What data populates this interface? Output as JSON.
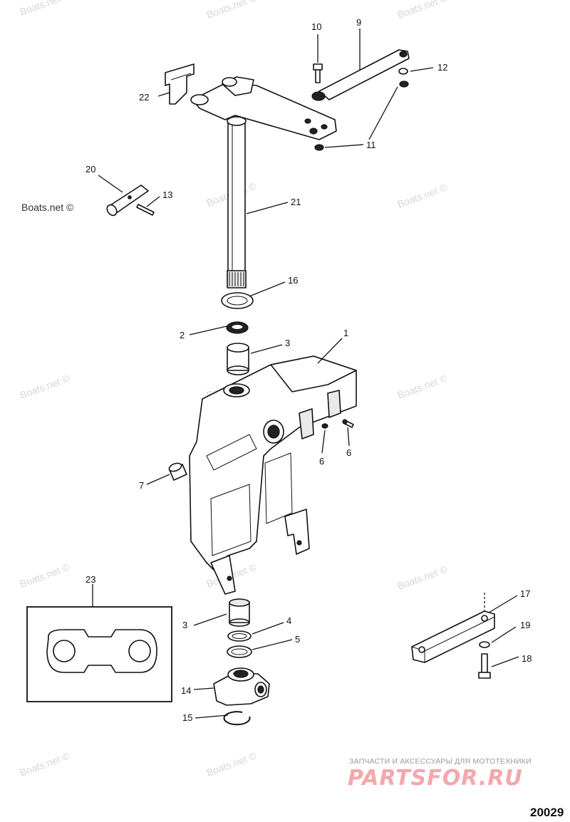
{
  "watermark": "Boats.net ©",
  "diagram_number": "20029",
  "brand": {
    "tagline": "ЗАПЧАСТИ И АКСЕССУАРЫ ДЛЯ МОТОТЕХНИКИ",
    "name": "PARTSFOR.RU"
  },
  "callouts": {
    "p1": "1",
    "p2": "2",
    "p3a": "3",
    "p3b": "3",
    "p4": "4",
    "p5": "5",
    "p6a": "6",
    "p6b": "6",
    "p7": "7",
    "p9": "9",
    "p10": "10",
    "p11": "11",
    "p12": "12",
    "p13": "13",
    "p14": "14",
    "p15": "15",
    "p16": "16",
    "p17": "17",
    "p18": "18",
    "p19": "19",
    "p20": "20",
    "p21": "21",
    "p22": "22",
    "p23": "23"
  }
}
